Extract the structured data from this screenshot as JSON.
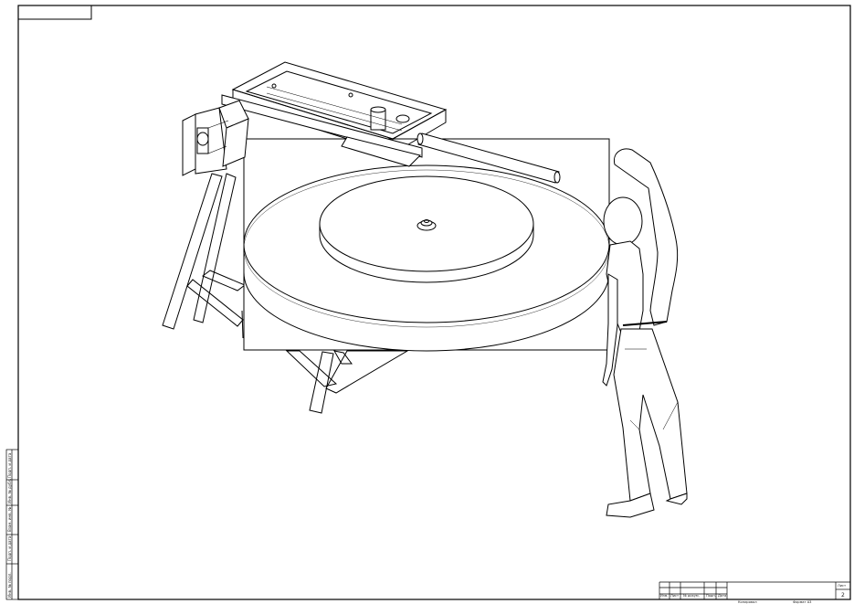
{
  "drawing": {
    "line_color": "#000000",
    "background": "#ffffff"
  },
  "side_strip": {
    "labels": [
      "Инв. № подл.",
      "Подп. и дата",
      "Взам. инв. №",
      "Инв. № дубл.",
      "Подп. и дата"
    ]
  },
  "title_block": {
    "columns": [
      "Изм.",
      "Лист",
      "№ докум.",
      "Подп.",
      "Дата"
    ],
    "sheet_label": "Лист",
    "sheet_number": "2",
    "copied": "Копировал",
    "format": "Формат A3"
  }
}
